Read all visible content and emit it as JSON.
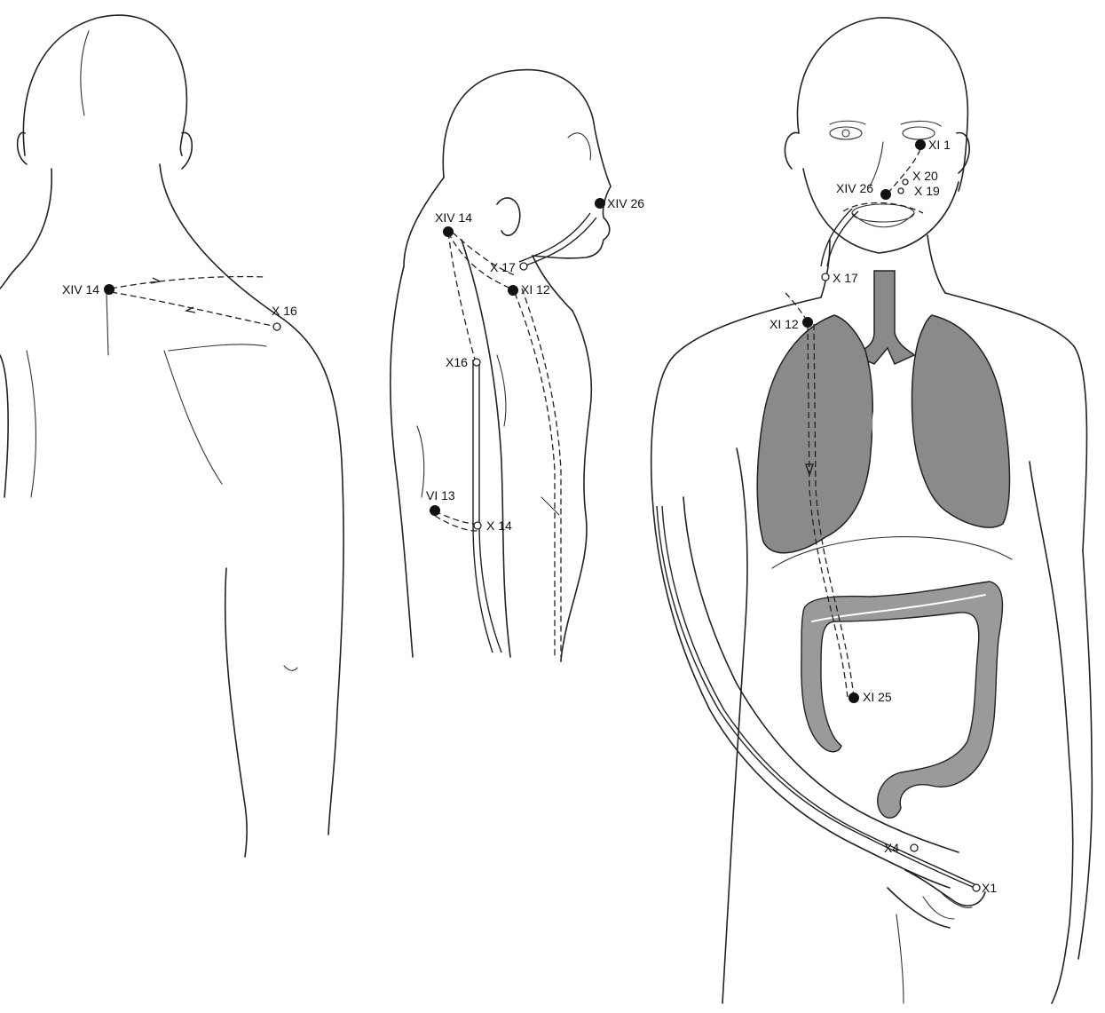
{
  "figures": {
    "back": {
      "labels": {
        "xiv14": "XIV 14",
        "x16": "X 16"
      }
    },
    "side": {
      "labels": {
        "xiv26": "XIV 26",
        "xiv14": "XIV 14",
        "x17": "X 17",
        "xi12": "XI 12",
        "x16": "X16",
        "vi13": "VI 13",
        "x14": "X 14"
      }
    },
    "front": {
      "labels": {
        "xi1": "XI 1",
        "x20": "X 20",
        "xiv26": "XIV 26",
        "x19": "X 19",
        "x17": "X 17",
        "xi12": "XI 12",
        "xi25": "XI 25",
        "x4": "X4",
        "x1": "X1"
      }
    }
  },
  "colors": {
    "line": "#222222",
    "organ": "#8a8a8a",
    "background": "#ffffff"
  }
}
